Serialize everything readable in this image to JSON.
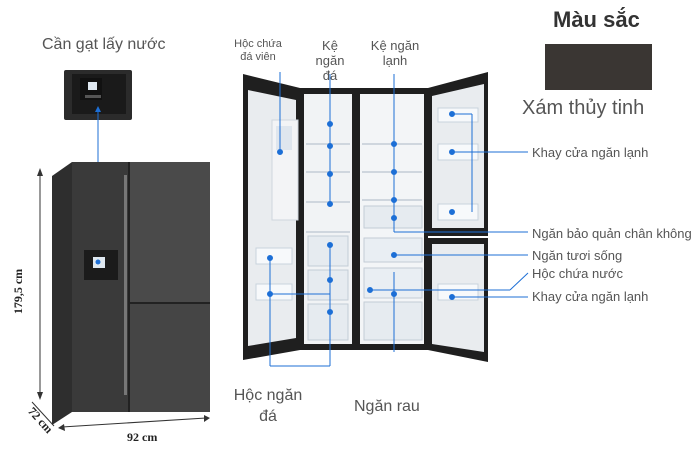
{
  "header": {
    "color_title": "Màu sắc",
    "color_name": "Xám thủy tinh",
    "swatch_color": "#3a3633"
  },
  "left": {
    "lever_label": "Cần gạt lấy nước",
    "dim_height": "179,5 cm",
    "dim_depth": "72 cm",
    "dim_width": "92 cm"
  },
  "top_labels": {
    "ice_box": "Hộc chứa đá viên",
    "freezer_shelf": "Kệ ngăn đá",
    "fridge_shelf": "Kệ ngăn lạnh"
  },
  "right_labels": {
    "fridge_door_tray_1": "Khay cửa ngăn lạnh",
    "chiller": "Ngăn bảo quản chân không",
    "fresh": "Ngăn tươi sống",
    "water_box": "Hộc chứa nước",
    "fridge_door_tray_2": "Khay cửa ngăn lạnh"
  },
  "bottom_labels": {
    "ice_drawer": "Hộc ngăn đá",
    "vegetable": "Ngăn rau"
  },
  "colors": {
    "accent": "#1d6fd6",
    "fridge_body": "#3f3f3f",
    "door_dark": "#262626"
  }
}
